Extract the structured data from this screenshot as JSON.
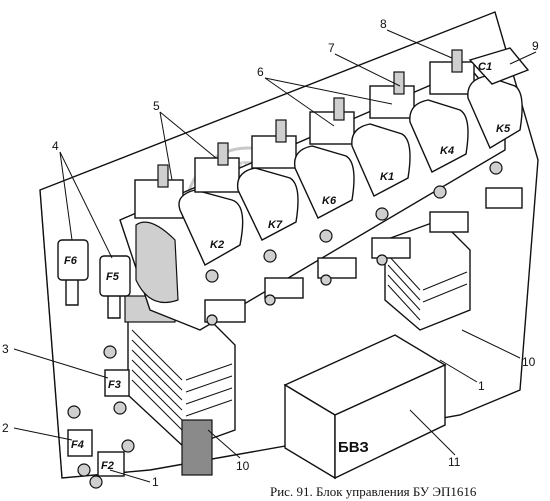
{
  "caption": "Рис. 91. Блок управления БУ ЭП1616",
  "watermark": "АВТО",
  "callouts": [
    "1",
    "2",
    "3",
    "4",
    "5",
    "6",
    "7",
    "8",
    "9",
    "10"
  ],
  "extra_callouts": {
    "ten_bottom": "10",
    "one_right": "1",
    "eleven": "11",
    "one_bottom": "1"
  },
  "relays": [
    "K2",
    "K7",
    "K6",
    "K1",
    "K4",
    "K5"
  ],
  "fuses": [
    "F6",
    "F5",
    "F3",
    "F4",
    "F2"
  ],
  "block_label": "БВЗ",
  "terminal_mark": "C1"
}
